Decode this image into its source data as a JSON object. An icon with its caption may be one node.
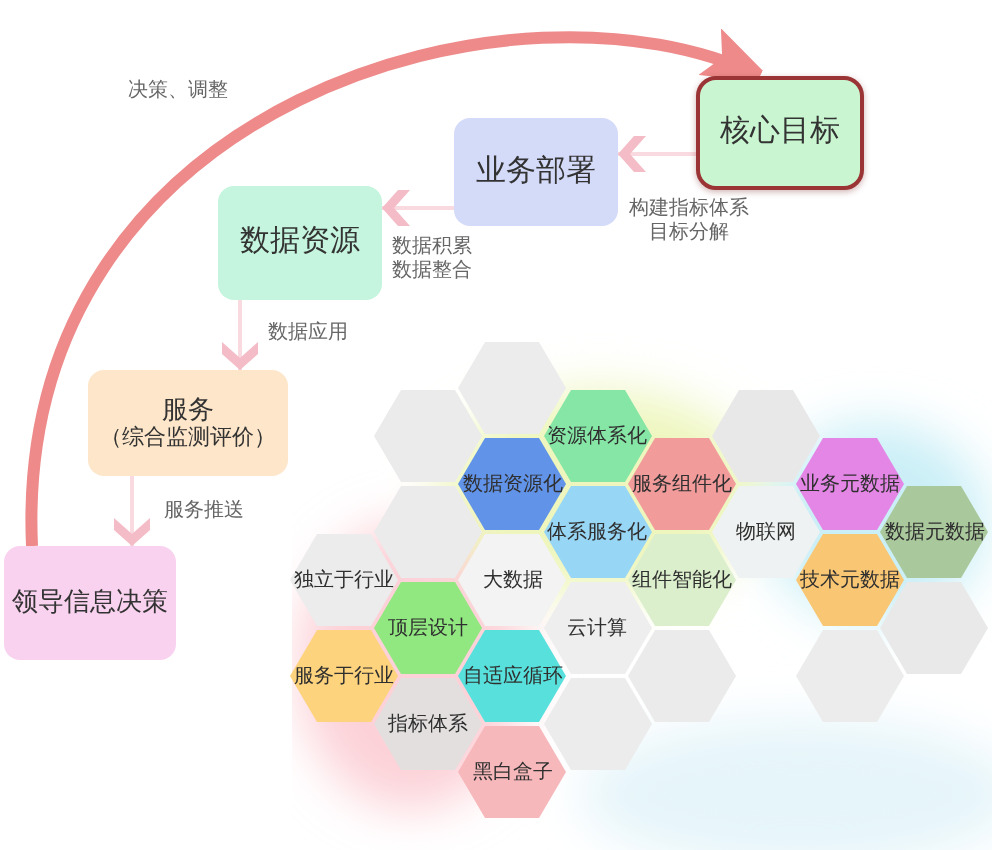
{
  "diagram": {
    "nodes": [
      {
        "text": [
          "核心目标"
        ]
      },
      {
        "text": [
          "业务部署"
        ]
      },
      {
        "text": [
          "数据资源"
        ]
      },
      {
        "text": [
          "服务",
          "（综合监测评价）"
        ]
      },
      {
        "text": [
          "领导信息决策"
        ]
      },
      {
        "text": [
          "资源体系化"
        ]
      },
      {
        "text": [
          "数据资源化"
        ]
      },
      {
        "text": [
          "服务组件化"
        ]
      },
      {
        "text": [
          "业务元数据"
        ]
      },
      {
        "text": [
          "体系服务化"
        ]
      },
      {
        "text": [
          "物联网"
        ]
      },
      {
        "text": [
          "数据元数据"
        ]
      },
      {
        "text": [
          "独立于行业"
        ]
      },
      {
        "text": [
          "大数据"
        ]
      },
      {
        "text": [
          "组件智能化"
        ]
      },
      {
        "text": [
          "技术元数据"
        ]
      },
      {
        "text": [
          "顶层设计"
        ]
      },
      {
        "text": [
          "云计算"
        ]
      },
      {
        "text": [
          "服务于行业"
        ]
      },
      {
        "text": [
          "自适应循环"
        ]
      },
      {
        "text": [
          "指标体系"
        ]
      },
      {
        "text": [
          "黑白盒子"
        ]
      },
      {
        "text": [],
        "shape": "hexagon"
      },
      {
        "text": [],
        "shape": "hexagon"
      },
      {
        "text": [],
        "shape": "hexagon"
      },
      {
        "text": [],
        "shape": "hexagon"
      },
      {
        "text": [],
        "shape": "hexagon"
      },
      {
        "text": [],
        "shape": "hexagon"
      },
      {
        "text": [],
        "shape": "hexagon"
      },
      {
        "text": [],
        "shape": "hexagon"
      }
    ],
    "edges": [
      {
        "from": 0,
        "to": 1,
        "arrow": "to",
        "label": "构建指标体系目标分解"
      },
      {
        "from": 1,
        "to": 2,
        "arrow": "to",
        "label": "数据积累数据整合"
      },
      {
        "from": 2,
        "to": 3,
        "arrow": "to",
        "label": "数据应用"
      },
      {
        "from": 3,
        "to": 4,
        "arrow": "to",
        "label": "服务推送"
      },
      {
        "from": 4,
        "to": 0,
        "arrow": "to",
        "label": "决策、调整",
        "style": "thick",
        "color": "#ee8a8a"
      }
    ]
  }
}
